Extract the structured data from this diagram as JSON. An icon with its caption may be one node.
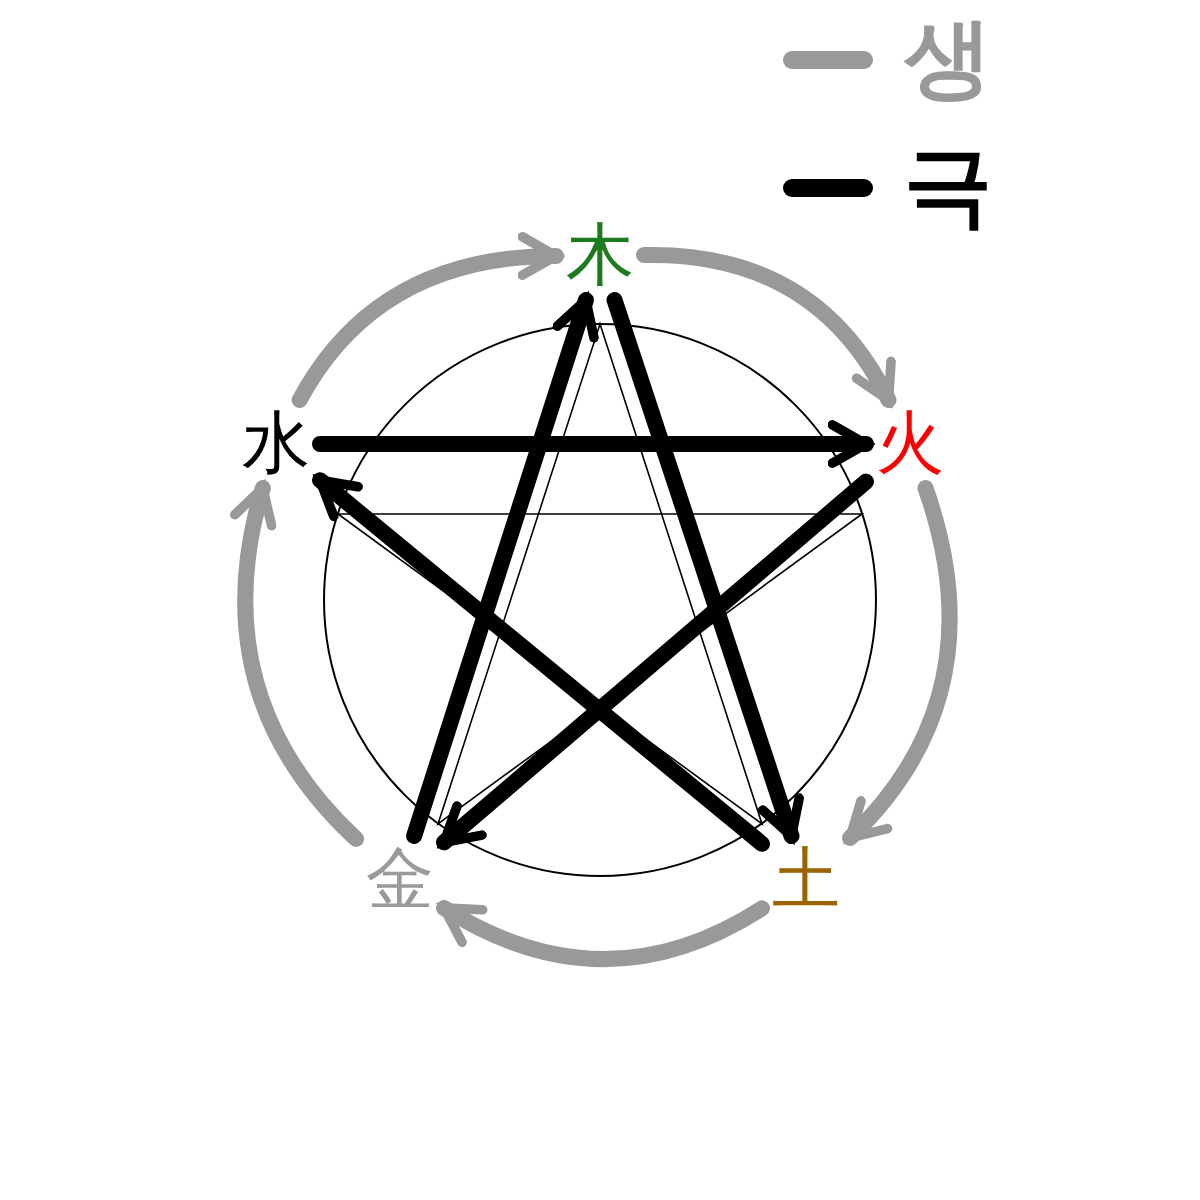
{
  "diagram": {
    "nodes": [
      {
        "text": [
          "木"
        ]
      },
      {
        "text": [
          "火"
        ]
      },
      {
        "text": [
          "土"
        ]
      },
      {
        "text": [
          "金"
        ]
      },
      {
        "text": [
          "水"
        ]
      }
    ],
    "edges": [
      {
        "from": 4,
        "to": 0,
        "arrow": "to",
        "color": "#999999"
      },
      {
        "from": 0,
        "to": 1,
        "arrow": "to",
        "color": "#999999"
      },
      {
        "from": 1,
        "to": 2,
        "arrow": "to",
        "color": "#999999"
      },
      {
        "from": 2,
        "to": 3,
        "arrow": "to",
        "color": "#999999"
      },
      {
        "from": 3,
        "to": 4,
        "arrow": "to",
        "color": "#999999"
      },
      {
        "from": 4,
        "to": 1,
        "arrow": "to",
        "color": "#000000"
      },
      {
        "from": 1,
        "to": 3,
        "arrow": "to",
        "color": "#000000"
      },
      {
        "from": 3,
        "to": 0,
        "arrow": "to",
        "color": "#000000"
      },
      {
        "from": 0,
        "to": 2,
        "arrow": "to",
        "color": "#000000"
      },
      {
        "from": 2,
        "to": 4,
        "arrow": "to",
        "color": "#000000"
      }
    ],
    "legend": [
      {
        "text": "생"
      },
      {
        "text": "극"
      }
    ]
  }
}
